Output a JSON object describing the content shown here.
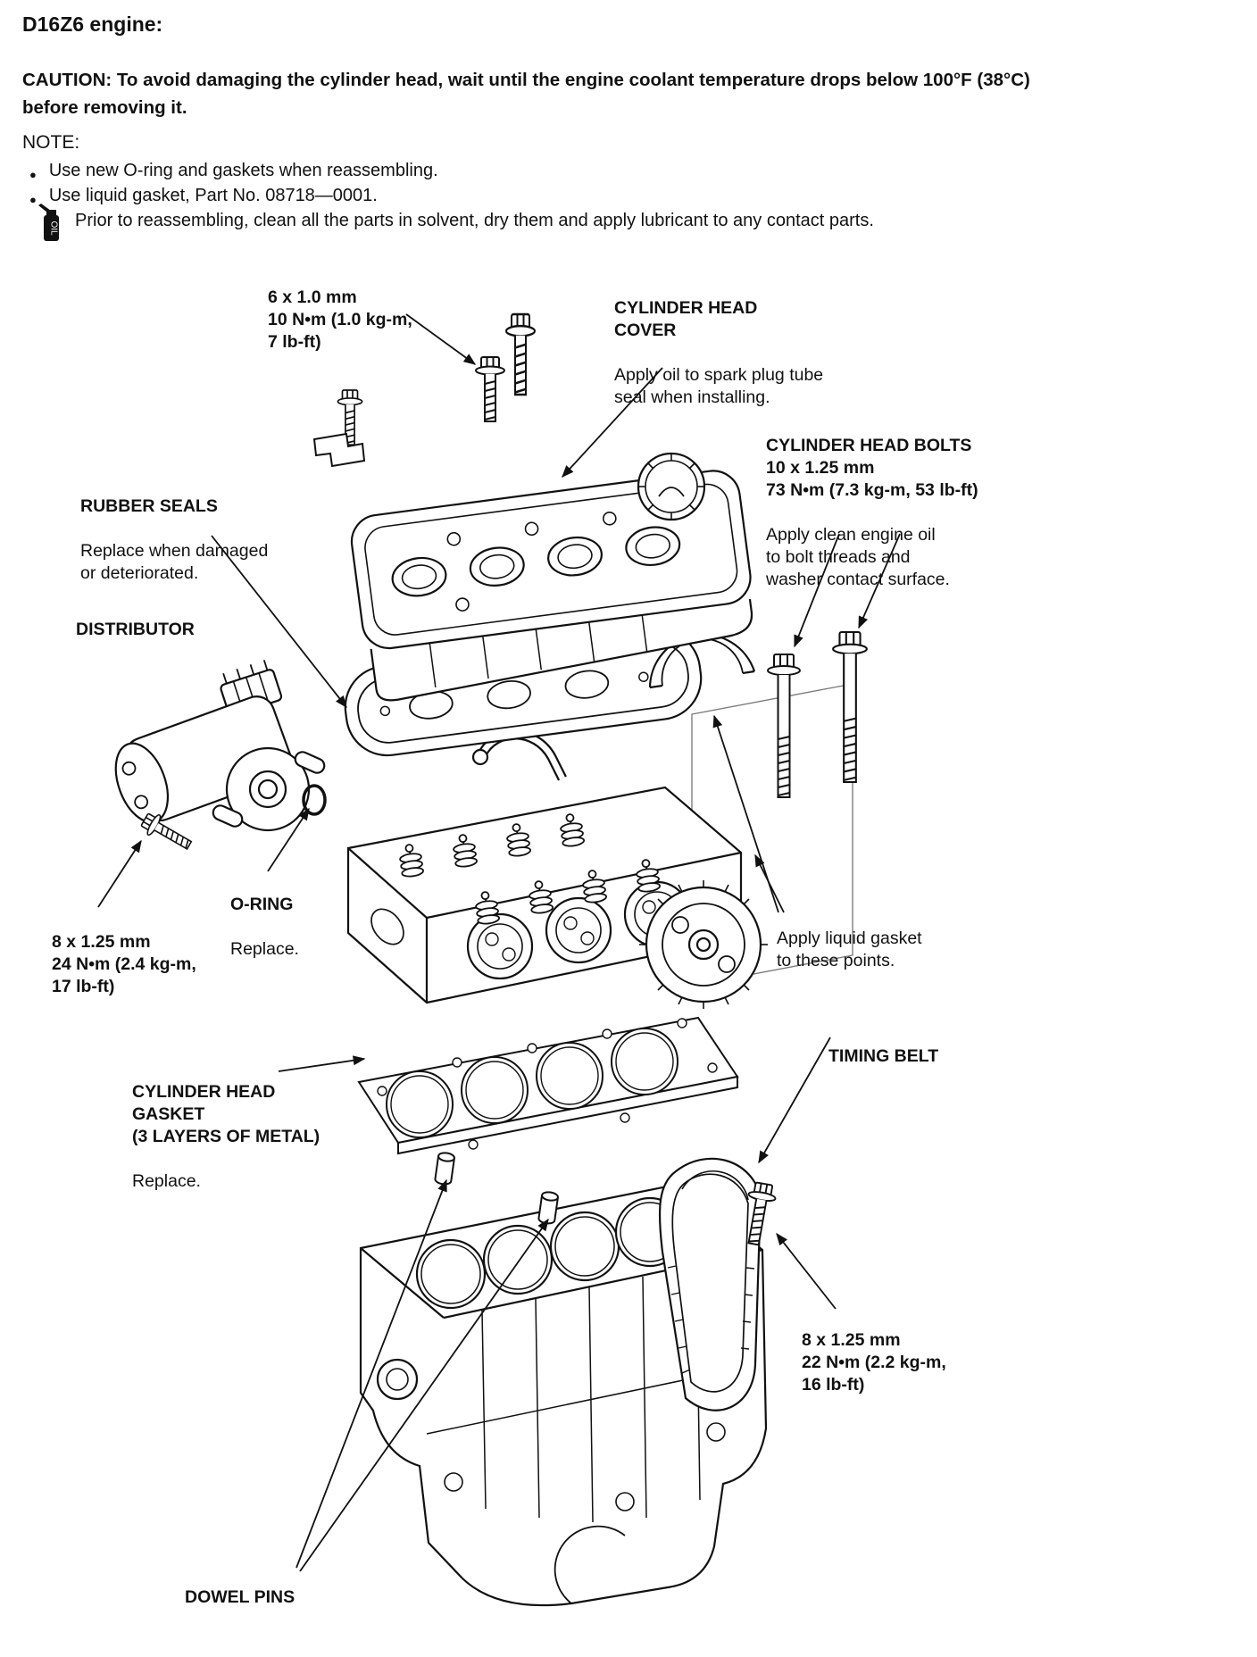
{
  "page": {
    "title": "D16Z6 engine:",
    "caution": "CAUTION:  To avoid damaging the cylinder head, wait until the engine coolant temperature drops below 100°F (38°C) before removing it.",
    "note_label": "NOTE:",
    "bullet": "●",
    "oil_icon_label": "OIL",
    "notes": [
      {
        "text": "Use new O-ring and gaskets when reassembling."
      },
      {
        "text": "Use liquid gasket, Part No. 08718—0001."
      },
      {
        "text": "Prior to reassembling, clean all the parts in solvent, dry them and apply lubricant to any contact parts."
      }
    ]
  },
  "callouts": {
    "bolt_6x10": {
      "bold": "6 x 1.0 mm\n10 N•m (1.0 kg-m,\n7 lb-ft)"
    },
    "head_cover": {
      "bold": "CYLINDER HEAD\nCOVER",
      "text": "Apply oil to spark plug tube\nseal when installing."
    },
    "head_bolts": {
      "bold": "CYLINDER HEAD BOLTS\n10 x 1.25 mm\n73 N•m (7.3 kg-m, 53 lb-ft)",
      "text": "Apply clean engine oil\nto bolt threads and\nwasher contact surface."
    },
    "rubber_seals": {
      "bold": "RUBBER SEALS",
      "text": "Replace when damaged\nor deteriorated."
    },
    "distributor": {
      "bold": "DISTRIBUTOR"
    },
    "o_ring": {
      "bold": "O-RING",
      "text": "Replace."
    },
    "bolt_8x24": {
      "bold": "8 x 1.25 mm\n24 N•m (2.4 kg-m,\n17 lb-ft)"
    },
    "liquid_gasket": {
      "text": "Apply liquid gasket\nto these points."
    },
    "head_gasket": {
      "bold": "CYLINDER HEAD\nGASKET\n(3 LAYERS OF METAL)",
      "text": "Replace."
    },
    "timing_belt": {
      "bold": "TIMING BELT"
    },
    "dowel_pins": {
      "bold": "DOWEL PINS"
    },
    "bolt_8x22": {
      "bold": "8 x 1.25 mm\n22 N•m (2.2 kg-m,\n16 lb-ft)"
    }
  },
  "colors": {
    "ink": "#111111",
    "paper": "#ffffff"
  }
}
